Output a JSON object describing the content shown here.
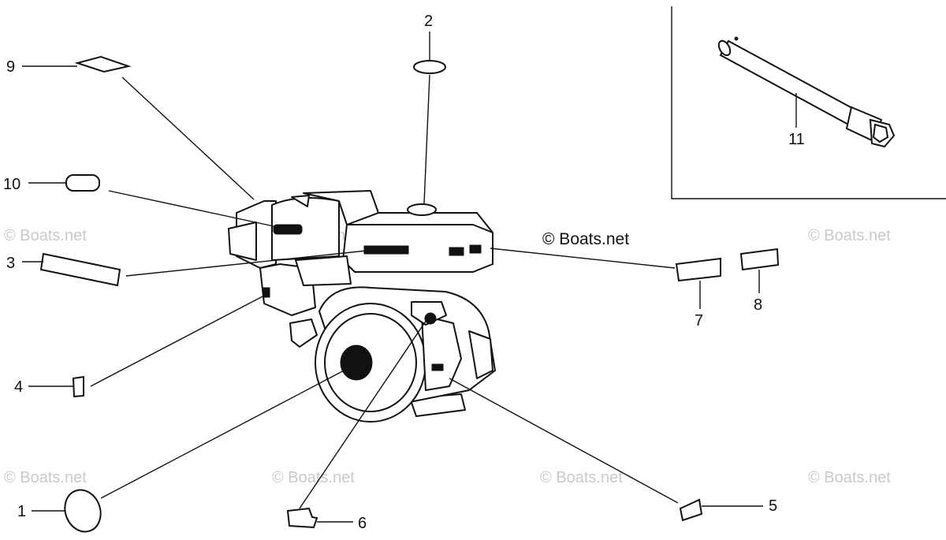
{
  "watermark": {
    "text": "© Boats.net",
    "main_text": "© Boats.net"
  },
  "callouts": [
    {
      "id": "1",
      "label": "1"
    },
    {
      "id": "2",
      "label": "2"
    },
    {
      "id": "3",
      "label": "3"
    },
    {
      "id": "4",
      "label": "4"
    },
    {
      "id": "5",
      "label": "5"
    },
    {
      "id": "6",
      "label": "6"
    },
    {
      "id": "7",
      "label": "7"
    },
    {
      "id": "8",
      "label": "8"
    },
    {
      "id": "9",
      "label": "9"
    },
    {
      "id": "10",
      "label": "10"
    },
    {
      "id": "11",
      "label": "11"
    }
  ],
  "colors": {
    "line": "#111111",
    "background": "#ffffff",
    "watermark": "#c9c9c9"
  }
}
